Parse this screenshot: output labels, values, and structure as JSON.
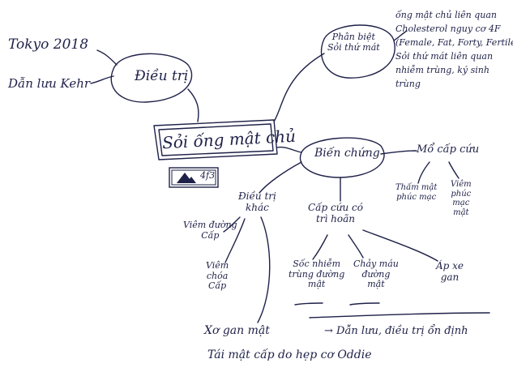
{
  "colors": {
    "ink": "#1e2148",
    "paper": "#ffffff"
  },
  "diagram": {
    "central": "Sỏi ống mật chủ",
    "side_notes": {
      "year": "Tokyo 2018",
      "guideline": "Dẫn lưu Kehr"
    },
    "nodes": {
      "treatment": "Điều trị",
      "classification": [
        "Phân biệt",
        "Sỏi thứ mát"
      ],
      "complications": "Biến chứng",
      "emergency": [
        "Mổ cấp cứu"
      ],
      "biliary_peritonitis": [
        "Thấm mật",
        "phúc mạc"
      ],
      "bile_peritonitis2": [
        "Viêm",
        "phúc",
        "mạc",
        "mật"
      ],
      "emergency_intervention": [
        "Cấp cứu có",
        "trì hoãn"
      ],
      "elective": [
        "Điều trị",
        "khác"
      ],
      "cholangitis": [
        "Viêm đường",
        "Cấp"
      ],
      "pancreatitis": [
        "Viêm",
        "chóa",
        "Cấp"
      ],
      "septic_shock": [
        "Sốc nhiễm",
        "trùng đường",
        "mật"
      ],
      "hemobilia": [
        "Chảy máu",
        "đường",
        "mật"
      ],
      "liver_abscess": [
        "Áp xe",
        "gan"
      ],
      "post_op_shock": "Xơ gan mật",
      "recurrence": "Tái mật cấp do hẹp cơ Oddie",
      "drainage_note": "→ Dẫn lưu, điều trị ổn định",
      "risk_notes": [
        "ống mật chủ liên quan",
        "Cholesterol nguy cơ 4F",
        "(Female, Fat, Forty, Fertile)",
        "Sỏi thứ mát liên quan",
        "nhiễm trùng, ký sinh",
        "trùng"
      ]
    }
  },
  "icons": {
    "stamp": "mountain-stamp-icon",
    "stamp_label": "4f3"
  }
}
